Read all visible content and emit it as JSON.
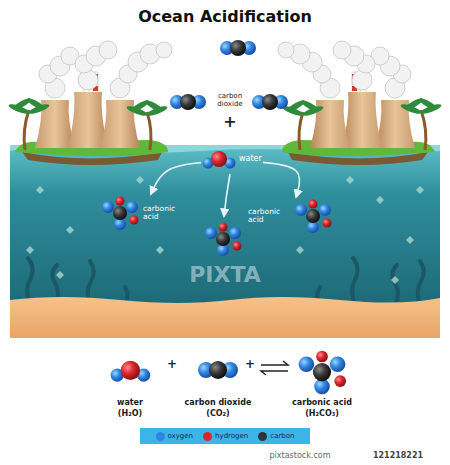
{
  "diagram": {
    "title": "Ocean Acidification",
    "nodes": [
      {
        "text": [
          "water"
        ]
      },
      {
        "text": [
          "carbonic acid"
        ]
      },
      {
        "text": [
          "carbonic acid"
        ]
      }
    ],
    "edges": [
      {
        "from": 0,
        "to": 1,
        "arrow": "to"
      },
      {
        "from": 0,
        "to": 2,
        "arrow": "to"
      }
    ],
    "labels": [
      "carbon dioxide",
      "+",
      "PIXTA",
      "water",
      "(H₂O)",
      "+",
      "carbon dioxide",
      "(CO₂)",
      "+",
      "carbonic acid",
      "(H₂CO₃)",
      "pixtastock.com",
      "121218221"
    ],
    "legend": [
      {
        "text": "oxygen",
        "color": "#2f86e0"
      },
      {
        "text": "hydrogen",
        "color": "#d9262c"
      },
      {
        "text": "carbon",
        "color": "#333333"
      }
    ]
  }
}
